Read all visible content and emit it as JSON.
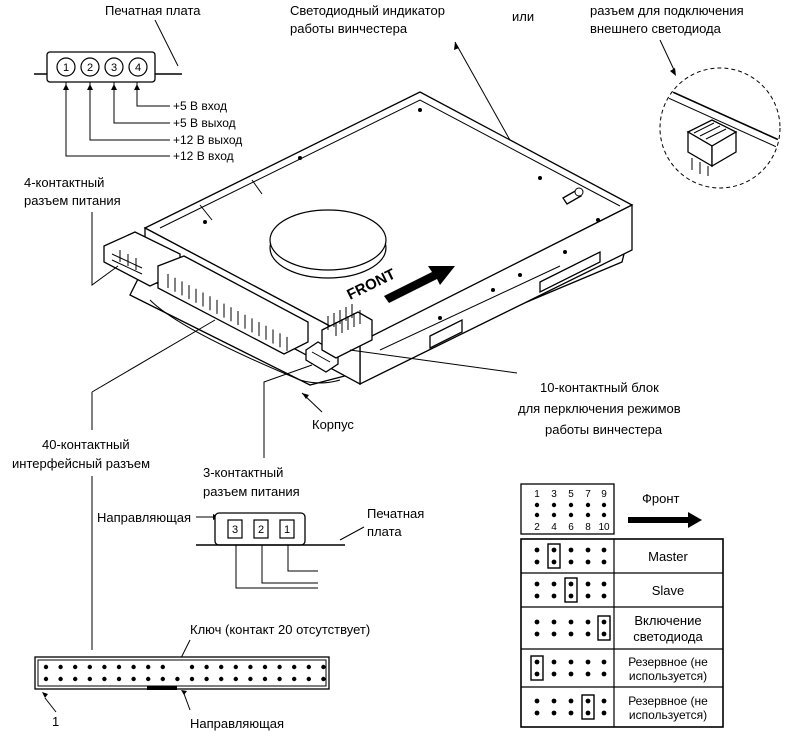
{
  "labels": {
    "pcb_top": "Печатная плата",
    "led_line1": "Светодиодный индикатор",
    "led_line2": "работы винчестера",
    "or": "или",
    "ext_led_line1": "разъем для подключения",
    "ext_led_line2": "внешнего светодиода",
    "pin_5v_in": "+5 В вход",
    "pin_5v_out": "+5 В выход",
    "pin_12v_out": "+12 В выход",
    "pin_12v_in": "+12 В вход",
    "power4_line1": "4-контактный",
    "power4_line2": "разъем питания",
    "front_label": "FRONT",
    "block10_line1": "10-контактный блок",
    "block10_line2": "для перключения режимов",
    "block10_line3": "работы винчестера",
    "case": "Корпус",
    "iface_line1": "40-контактный",
    "iface_line2": "интерфейсный разъем",
    "power3_line1": "3-контактный",
    "power3_line2": "разъем питания",
    "guide_top": "Направляющая",
    "pcb2_line1": "Печатная",
    "pcb2_line2": "плата",
    "key": "Ключ (контакт 20 отсутствует)",
    "guide_bottom": "Направляющая",
    "pin_one": "1"
  },
  "connector4_pins": [
    "1",
    "2",
    "3",
    "4"
  ],
  "connector3_pins": [
    "3",
    "2",
    "1"
  ],
  "jumper_table": {
    "header_top_pins": [
      "1",
      "3",
      "5",
      "7",
      "9"
    ],
    "header_bottom_pins": [
      "2",
      "4",
      "6",
      "8",
      "10"
    ],
    "header_label": "Фронт",
    "rows": [
      {
        "label_lines": [
          "Master"
        ],
        "jumper_column": 2
      },
      {
        "label_lines": [
          "Slave"
        ],
        "jumper_column": 3
      },
      {
        "label_lines": [
          "Включение",
          "светодиода"
        ],
        "jumper_column": 5
      },
      {
        "label_lines": [
          "Резервное (не",
          "используется)"
        ],
        "jumper_column": 1
      },
      {
        "label_lines": [
          "Резервное (не",
          "используется)"
        ],
        "jumper_column": 4
      }
    ]
  }
}
